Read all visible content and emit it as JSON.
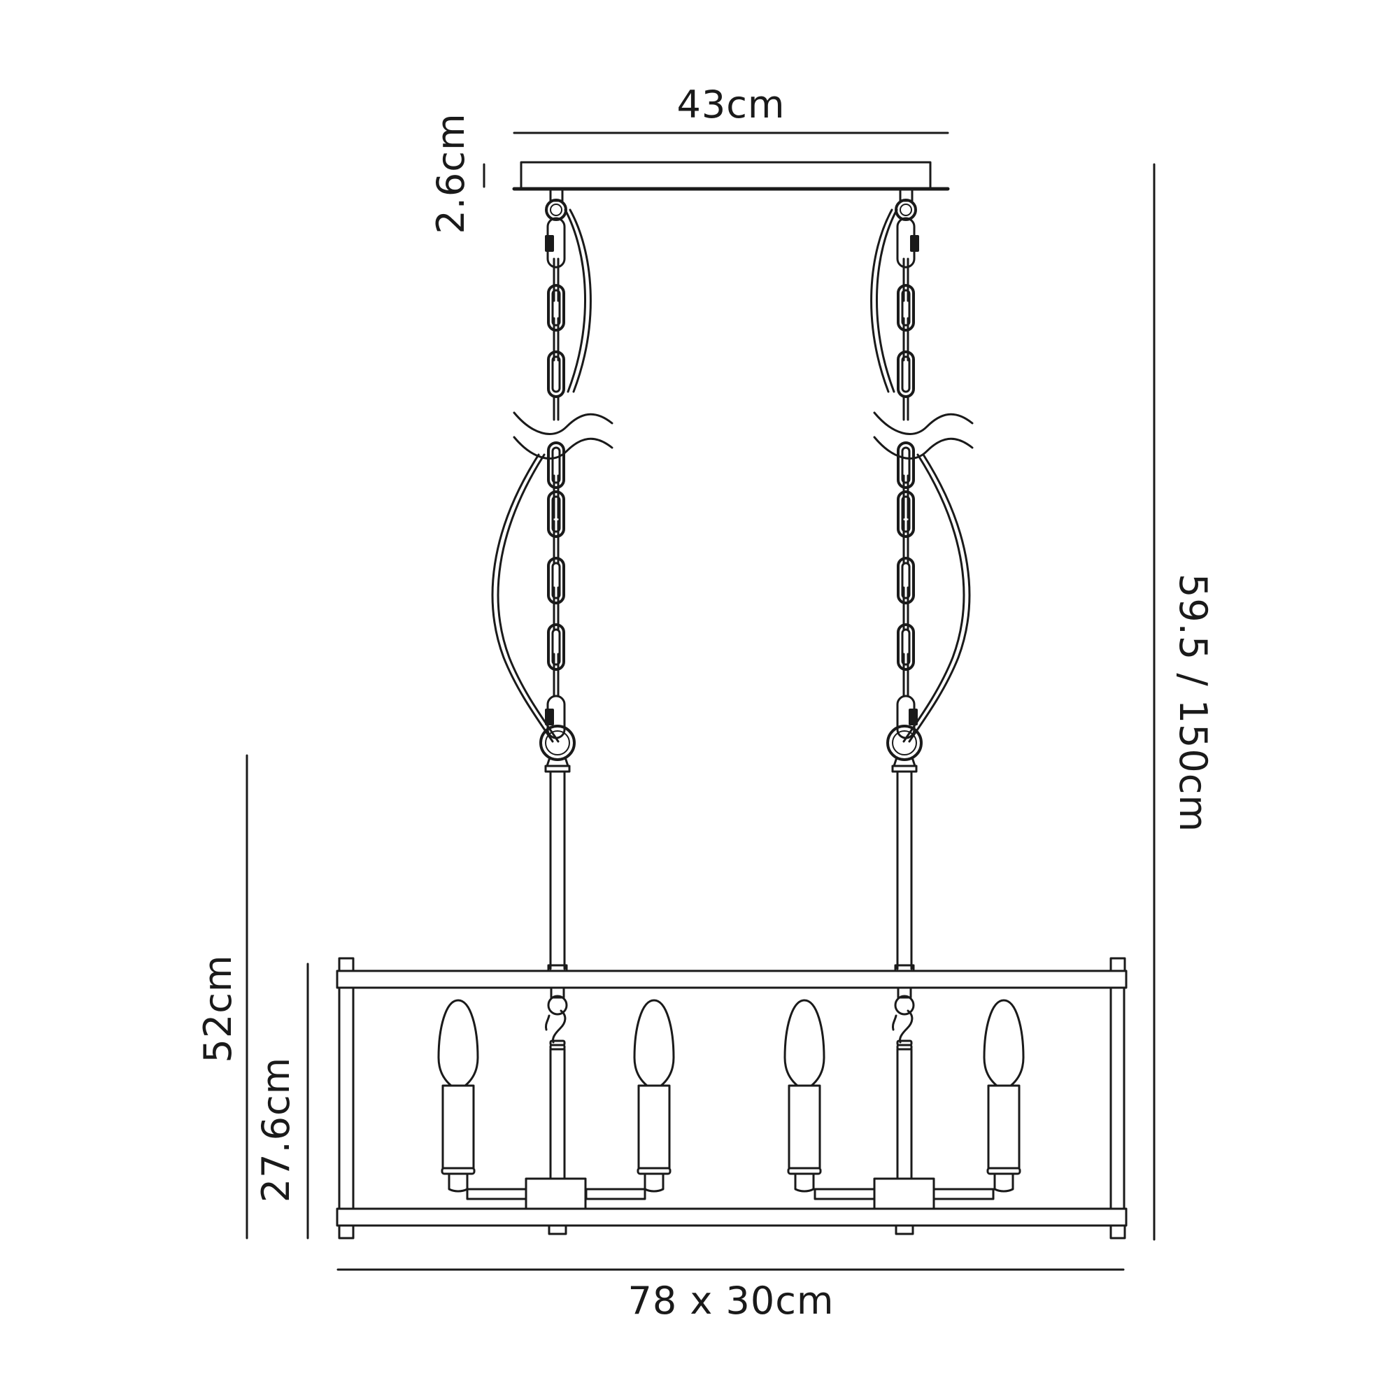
{
  "drawing": {
    "title": "Pendant light technical dimension drawing",
    "stroke_color": "#1a1a1a",
    "background": "#ffffff"
  },
  "dimensions": {
    "canopy_width": "43cm",
    "canopy_height": "2.6cm",
    "overall_height": "59.5 / 150cm",
    "body_height": "52cm",
    "frame_height": "27.6cm",
    "frame_size": "78 x 30cm"
  },
  "components": {
    "canopy": "canopy-plate",
    "suspension": [
      "chain-left",
      "chain-right"
    ],
    "cables": [
      "cable-left",
      "cable-right"
    ],
    "frame": "rectangular-frame",
    "bulbs": [
      "candle-bulb-1",
      "candle-bulb-2",
      "candle-bulb-3",
      "candle-bulb-4"
    ],
    "bulb_count": 4
  }
}
